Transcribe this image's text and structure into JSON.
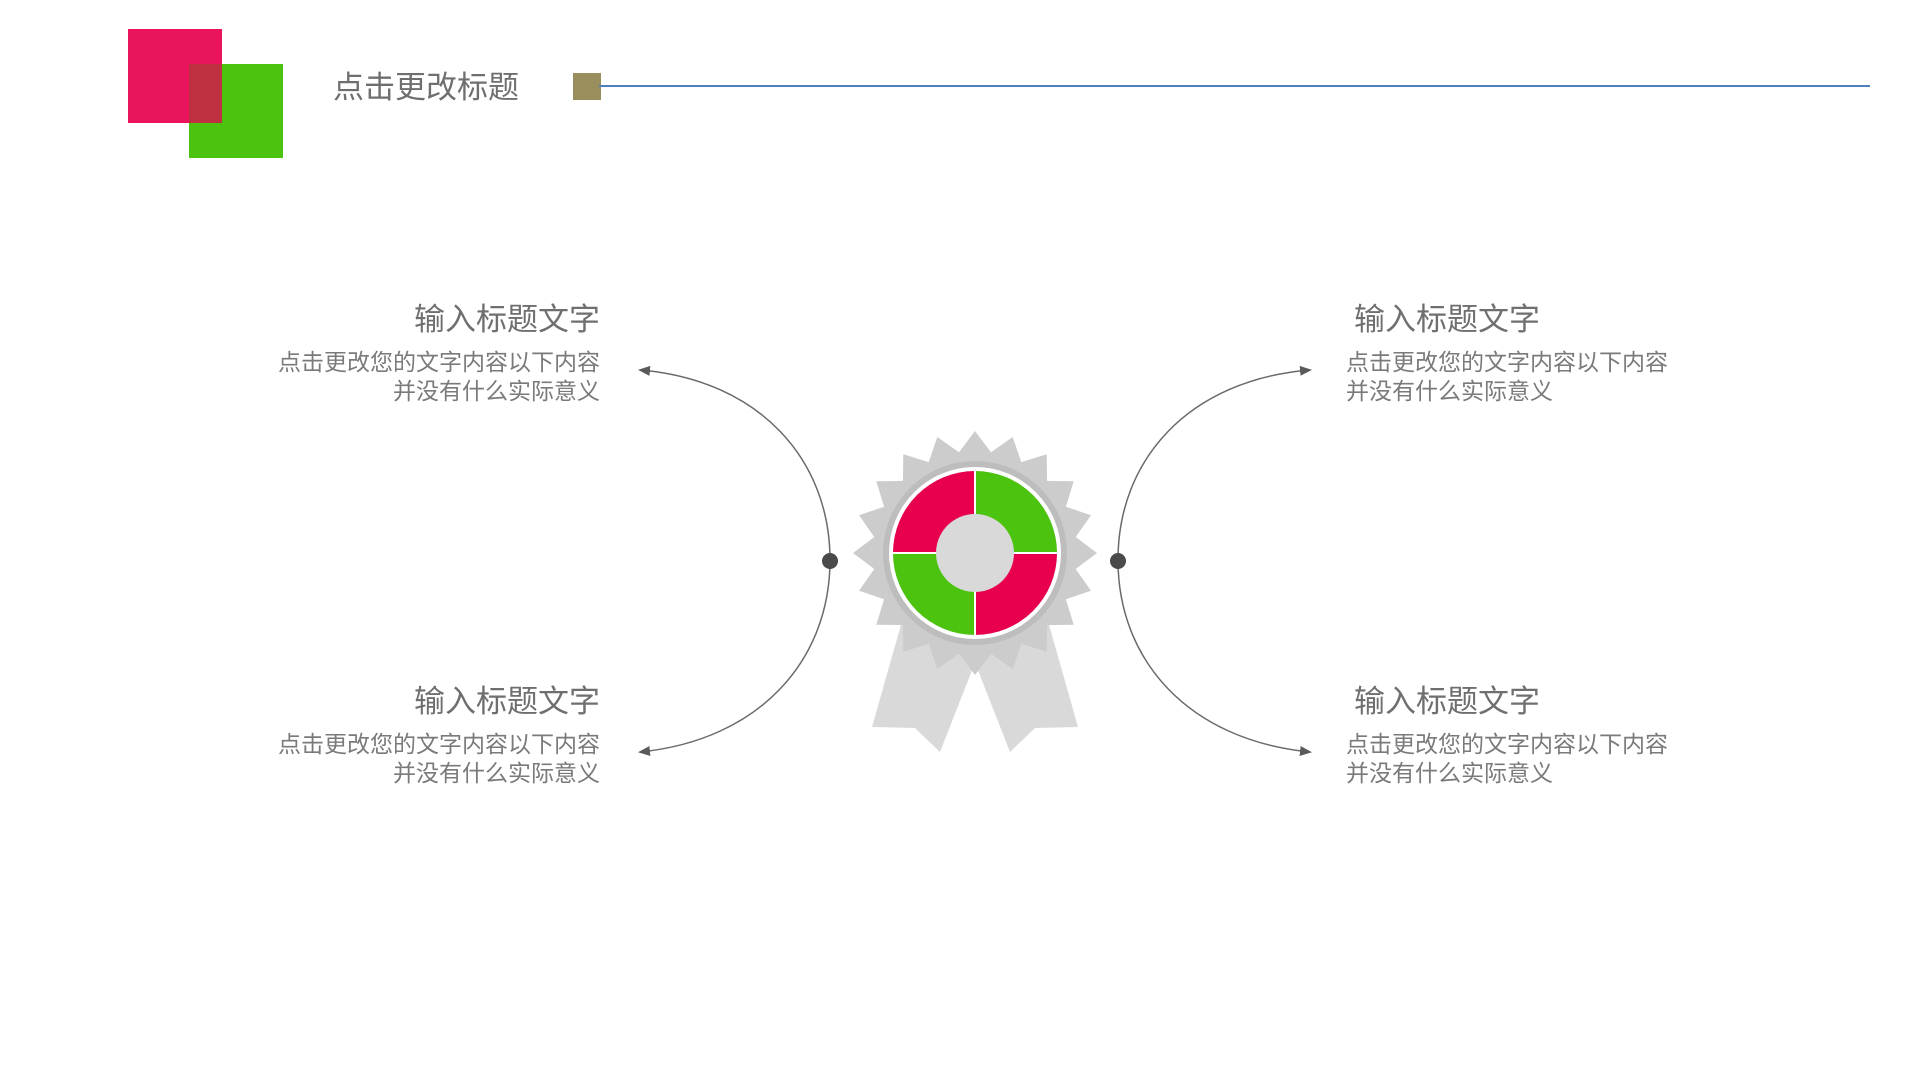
{
  "title": "点击更改标题",
  "colors": {
    "red": "#e8004f",
    "green": "#4cc40f",
    "accent_square": "#9a8f5c",
    "line": "#4f7fbf",
    "text": "#6f6f6f",
    "medal_gray": "#c8c8c8"
  },
  "items": [
    {
      "title": "输入标题文字",
      "desc_line1": "点击更改您的文字内容以下内容",
      "desc_line2": "并没有什么实际意义"
    },
    {
      "title": "输入标题文字",
      "desc_line1": "点击更改您的文字内容以下内容",
      "desc_line2": "并没有什么实际意义"
    },
    {
      "title": "输入标题文字",
      "desc_line1": "点击更改您的文字内容以下内容",
      "desc_line2": "并没有什么实际意义"
    },
    {
      "title": "输入标题文字",
      "desc_line1": "点击更改您的文字内容以下内容",
      "desc_line2": "并没有什么实际意义"
    }
  ],
  "icons": {
    "center": "medal-icon",
    "connector_left": "dot-icon",
    "connector_right": "dot-icon"
  }
}
